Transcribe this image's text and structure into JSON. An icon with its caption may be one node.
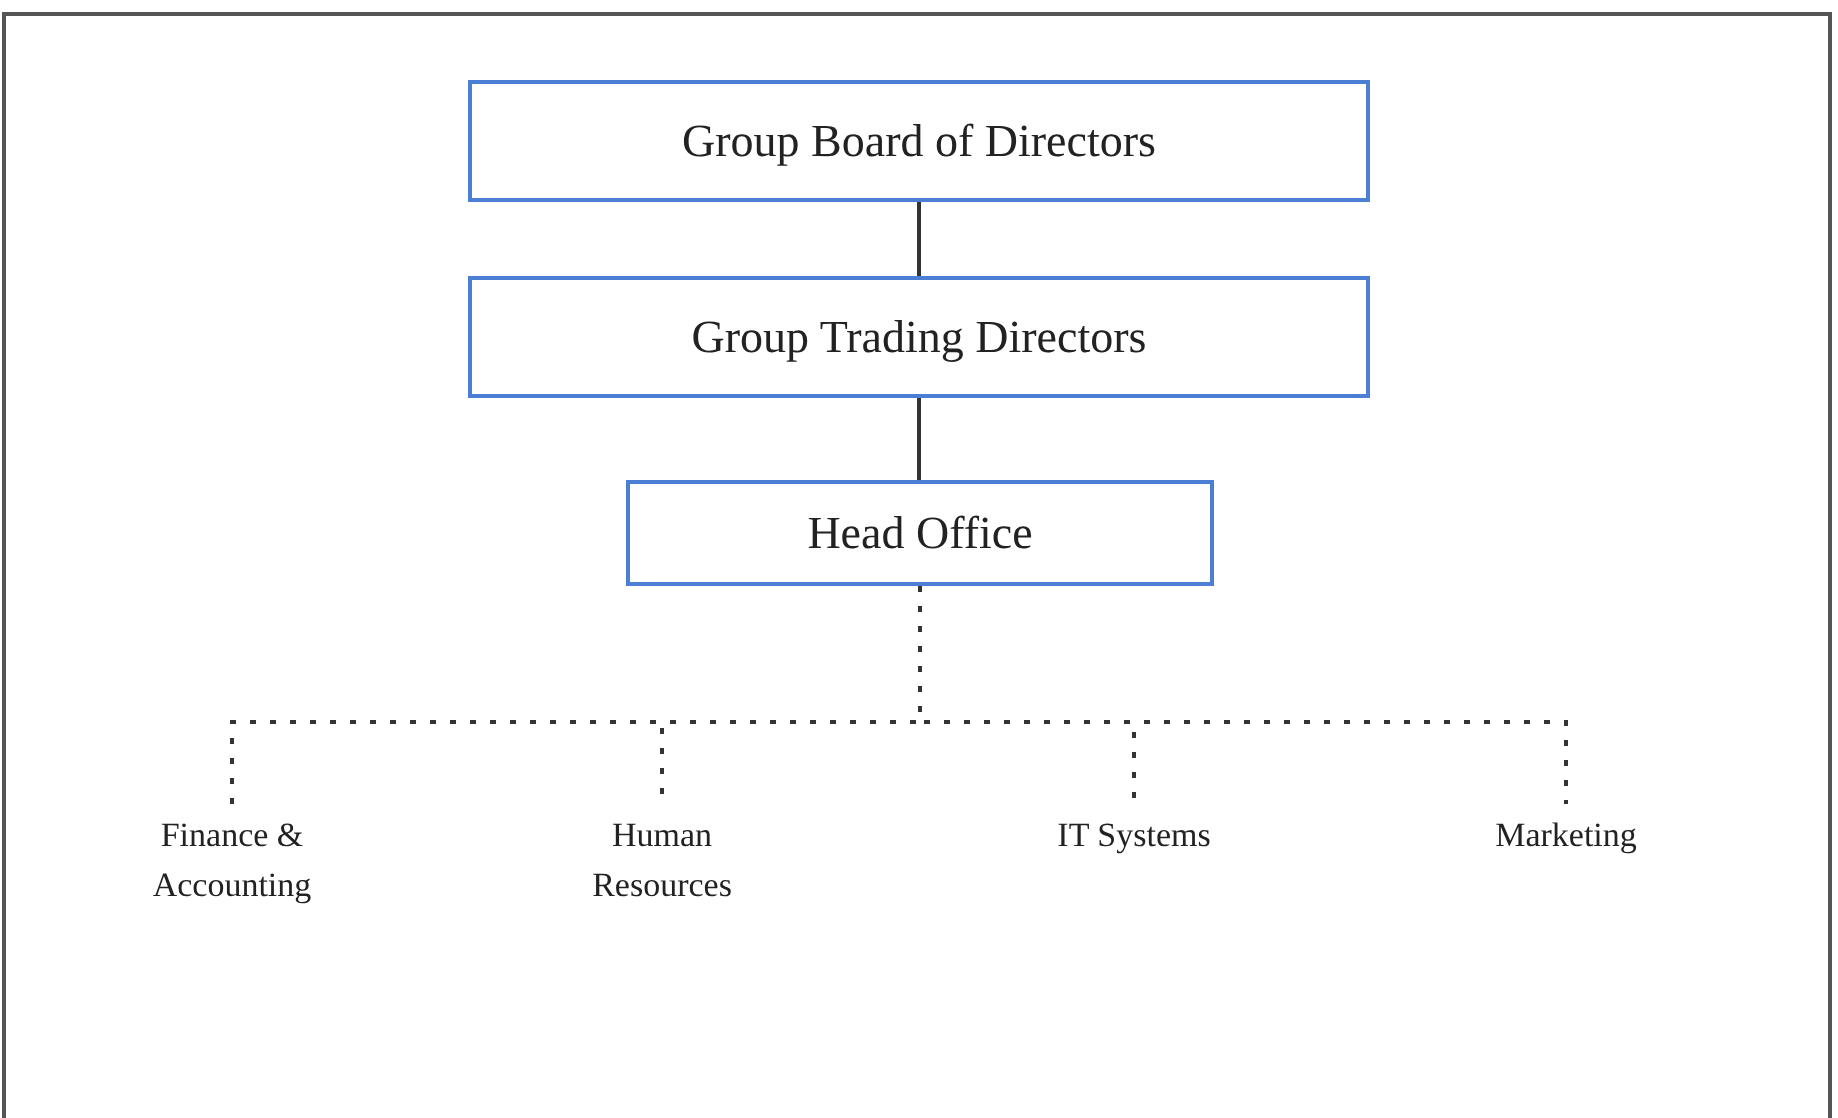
{
  "diagram": {
    "nodes": [
      {
        "text": [
          "Group Board of Directors"
        ]
      },
      {
        "text": [
          "Group Trading Directors"
        ]
      },
      {
        "text": [
          "Head Office"
        ]
      },
      {
        "text": [
          "Finance & Accounting"
        ]
      },
      {
        "text": [
          "Human Resources"
        ]
      },
      {
        "text": [
          "IT Systems"
        ]
      },
      {
        "text": [
          "Marketing"
        ]
      }
    ],
    "edges": [
      {
        "from": 0,
        "to": 1,
        "arrow": "none"
      },
      {
        "from": 1,
        "to": 2,
        "arrow": "none"
      },
      {
        "from": 2,
        "to": 3,
        "arrow": "none",
        "style": "dashed"
      },
      {
        "from": 2,
        "to": 4,
        "arrow": "none",
        "style": "dashed"
      },
      {
        "from": 2,
        "to": 5,
        "arrow": "none",
        "style": "dashed"
      },
      {
        "from": 2,
        "to": 6,
        "arrow": "none",
        "style": "dashed"
      }
    ]
  }
}
